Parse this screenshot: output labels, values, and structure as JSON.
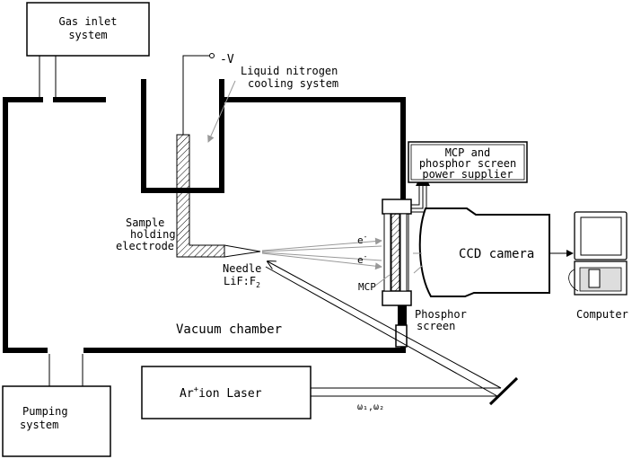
{
  "labels": {
    "gas_inlet": [
      "Gas inlet",
      "system"
    ],
    "pumping": [
      "Pumping",
      "system"
    ],
    "voltage": "-V",
    "liquid_nitrogen": [
      "Liquid nitrogen",
      "cooling system"
    ],
    "sample_electrode": [
      "Sample",
      "holding",
      "electrode"
    ],
    "needle": "Needle",
    "lif_base": "LiF:F",
    "lif_sub": "2",
    "electron": "e",
    "electron_sup": "-",
    "mcp": "MCP",
    "mcp_power": [
      "MCP and",
      "phosphor screen",
      "power supplier"
    ],
    "ccd_camera": "CCD camera",
    "phosphor_screen": [
      "Phosphor",
      "screen"
    ],
    "computer": "Computer",
    "vacuum_chamber": "Vacuum chamber",
    "laser_pre": "Ar",
    "laser_sup": "+",
    "laser_post": "ion Laser",
    "omega": "ω₁,ω₂"
  }
}
